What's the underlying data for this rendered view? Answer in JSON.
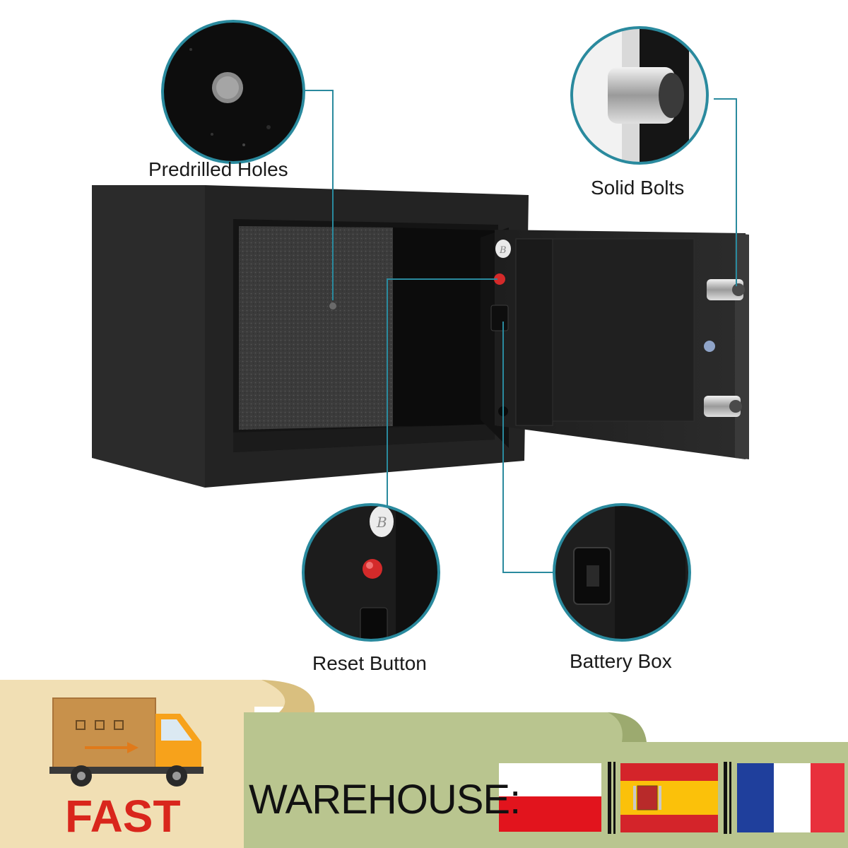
{
  "features": {
    "predrilled_holes": "Predrilled Holes",
    "solid_bolts": "Solid Bolts",
    "reset_button": "Reset Button",
    "battery_box": "Battery Box"
  },
  "battery_sticker_letter": "B",
  "banner": {
    "warehouse_label": "WAREHOUSE:",
    "fast_label": "FAST",
    "flags": [
      "poland-flag",
      "spain-flag",
      "france-flag"
    ]
  },
  "colors": {
    "accent_line": "#2a8a9e",
    "safe_body": "#242424",
    "banner_beige": "#f1dfb4",
    "banner_green": "#b9c58f",
    "fast_red": "#d9261c",
    "truck_orange": "#f7a21b",
    "box_brown": "#c8914b"
  }
}
